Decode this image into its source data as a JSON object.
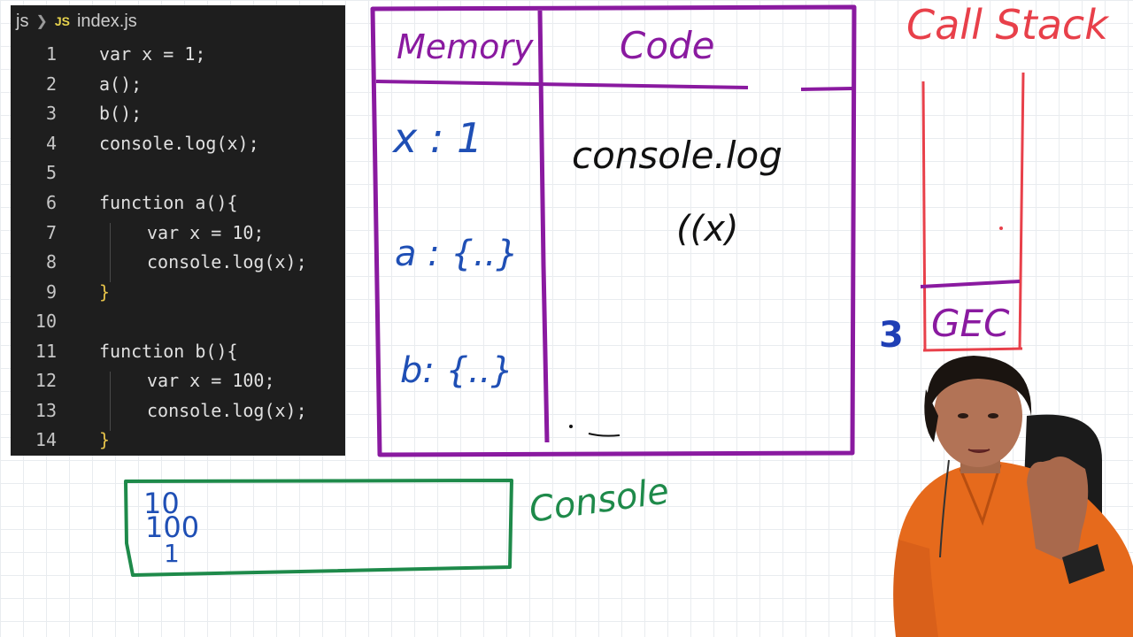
{
  "editor": {
    "breadcrumb": {
      "folder": "js",
      "badge": "JS",
      "file": "index.js"
    },
    "lines": [
      {
        "num": "1",
        "code": "var x = 1;"
      },
      {
        "num": "2",
        "code": "a();"
      },
      {
        "num": "3",
        "code": "b();"
      },
      {
        "num": "4",
        "code": "console.log(x);"
      },
      {
        "num": "5",
        "code": ""
      },
      {
        "num": "6",
        "code": "function a(){"
      },
      {
        "num": "7",
        "code": "var x = 10;"
      },
      {
        "num": "8",
        "code": "console.log(x);"
      },
      {
        "num": "9",
        "code": "}"
      },
      {
        "num": "10",
        "code": ""
      },
      {
        "num": "11",
        "code": "function b(){"
      },
      {
        "num": "12",
        "code": "var x = 100;"
      },
      {
        "num": "13",
        "code": "console.log(x);"
      },
      {
        "num": "14",
        "code": "}"
      }
    ]
  },
  "execution_context": {
    "memory_header": "Memory",
    "code_header": "Code",
    "memory_entries": [
      "x : 1",
      "a : {..}",
      "b: {..}"
    ],
    "code_text_line1": "console.log",
    "code_text_line2": "((x)"
  },
  "console_box": {
    "label": "Console",
    "outputs": [
      "10",
      "100",
      "1"
    ]
  },
  "call_stack": {
    "title": "Call Stack",
    "frames": [
      "GEC"
    ],
    "side_mark": "3"
  },
  "colors": {
    "editor_bg": "#1e1e1e",
    "ec_border": "#8a1aa0",
    "memory_text": "#1f4fb5",
    "code_text": "#111111",
    "console_border": "#1e8a4a",
    "console_text": "#1f4fb5",
    "console_label": "#1e8a4a",
    "stack": "#e8404a",
    "stack_side_mark": "#1f3fb5"
  }
}
